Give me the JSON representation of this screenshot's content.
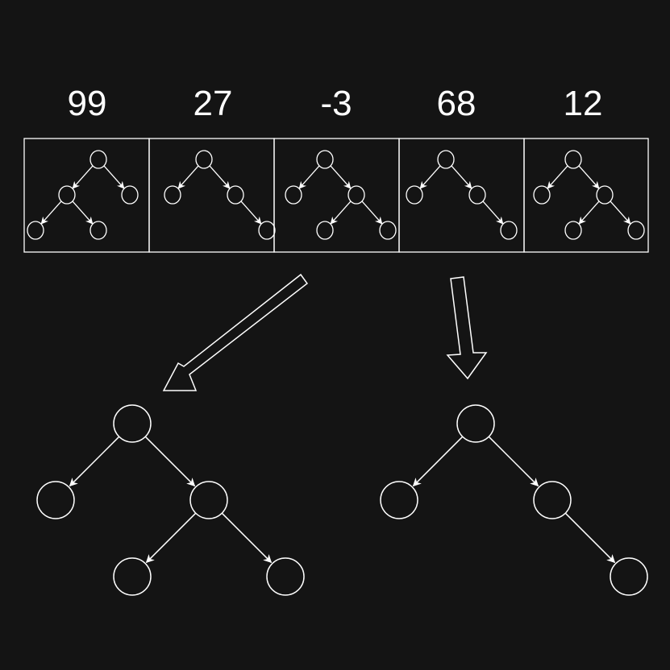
{
  "colors": {
    "background": "#141414",
    "stroke": "#ffffff"
  },
  "labels": [
    "99",
    "27",
    "-3",
    "68",
    "12"
  ],
  "cells": [
    {
      "label": "99",
      "shape": "left-full"
    },
    {
      "label": "27",
      "shape": "right-chain"
    },
    {
      "label": "-3",
      "shape": "right-full"
    },
    {
      "label": "68",
      "shape": "right-chain"
    },
    {
      "label": "12",
      "shape": "right-full"
    }
  ],
  "large_trees": [
    {
      "shape": "right-full"
    },
    {
      "shape": "right-chain"
    }
  ],
  "arrows": [
    {
      "from_cell": 2,
      "to_tree": 0
    },
    {
      "from_cell": 3,
      "to_tree": 1
    }
  ]
}
